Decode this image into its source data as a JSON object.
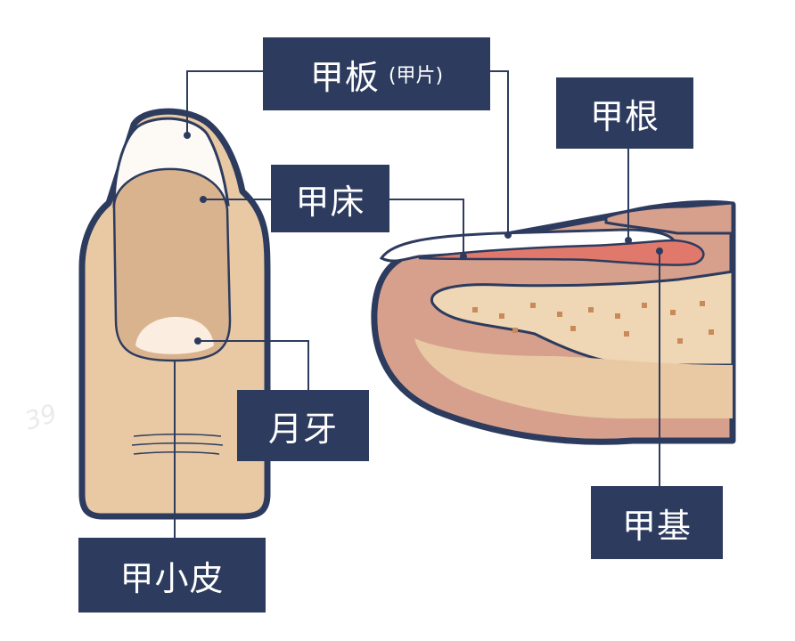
{
  "labels": {
    "nail_plate": "甲板",
    "nail_plate_alt": "(甲片)",
    "nail_root": "甲根",
    "nail_bed": "甲床",
    "lunula": "月牙",
    "nail_matrix": "甲基",
    "cuticle": "甲小皮"
  },
  "colors": {
    "outline": "#2d3b5e",
    "skin": "#e8c9a4",
    "nail_bed": "#d9b38e",
    "side_tissue": "#d6a08c",
    "bone": "#efd6b5",
    "matrix": "#e0796b",
    "lunula": "#fbeee0",
    "label_bg": "#2d3b5e"
  }
}
